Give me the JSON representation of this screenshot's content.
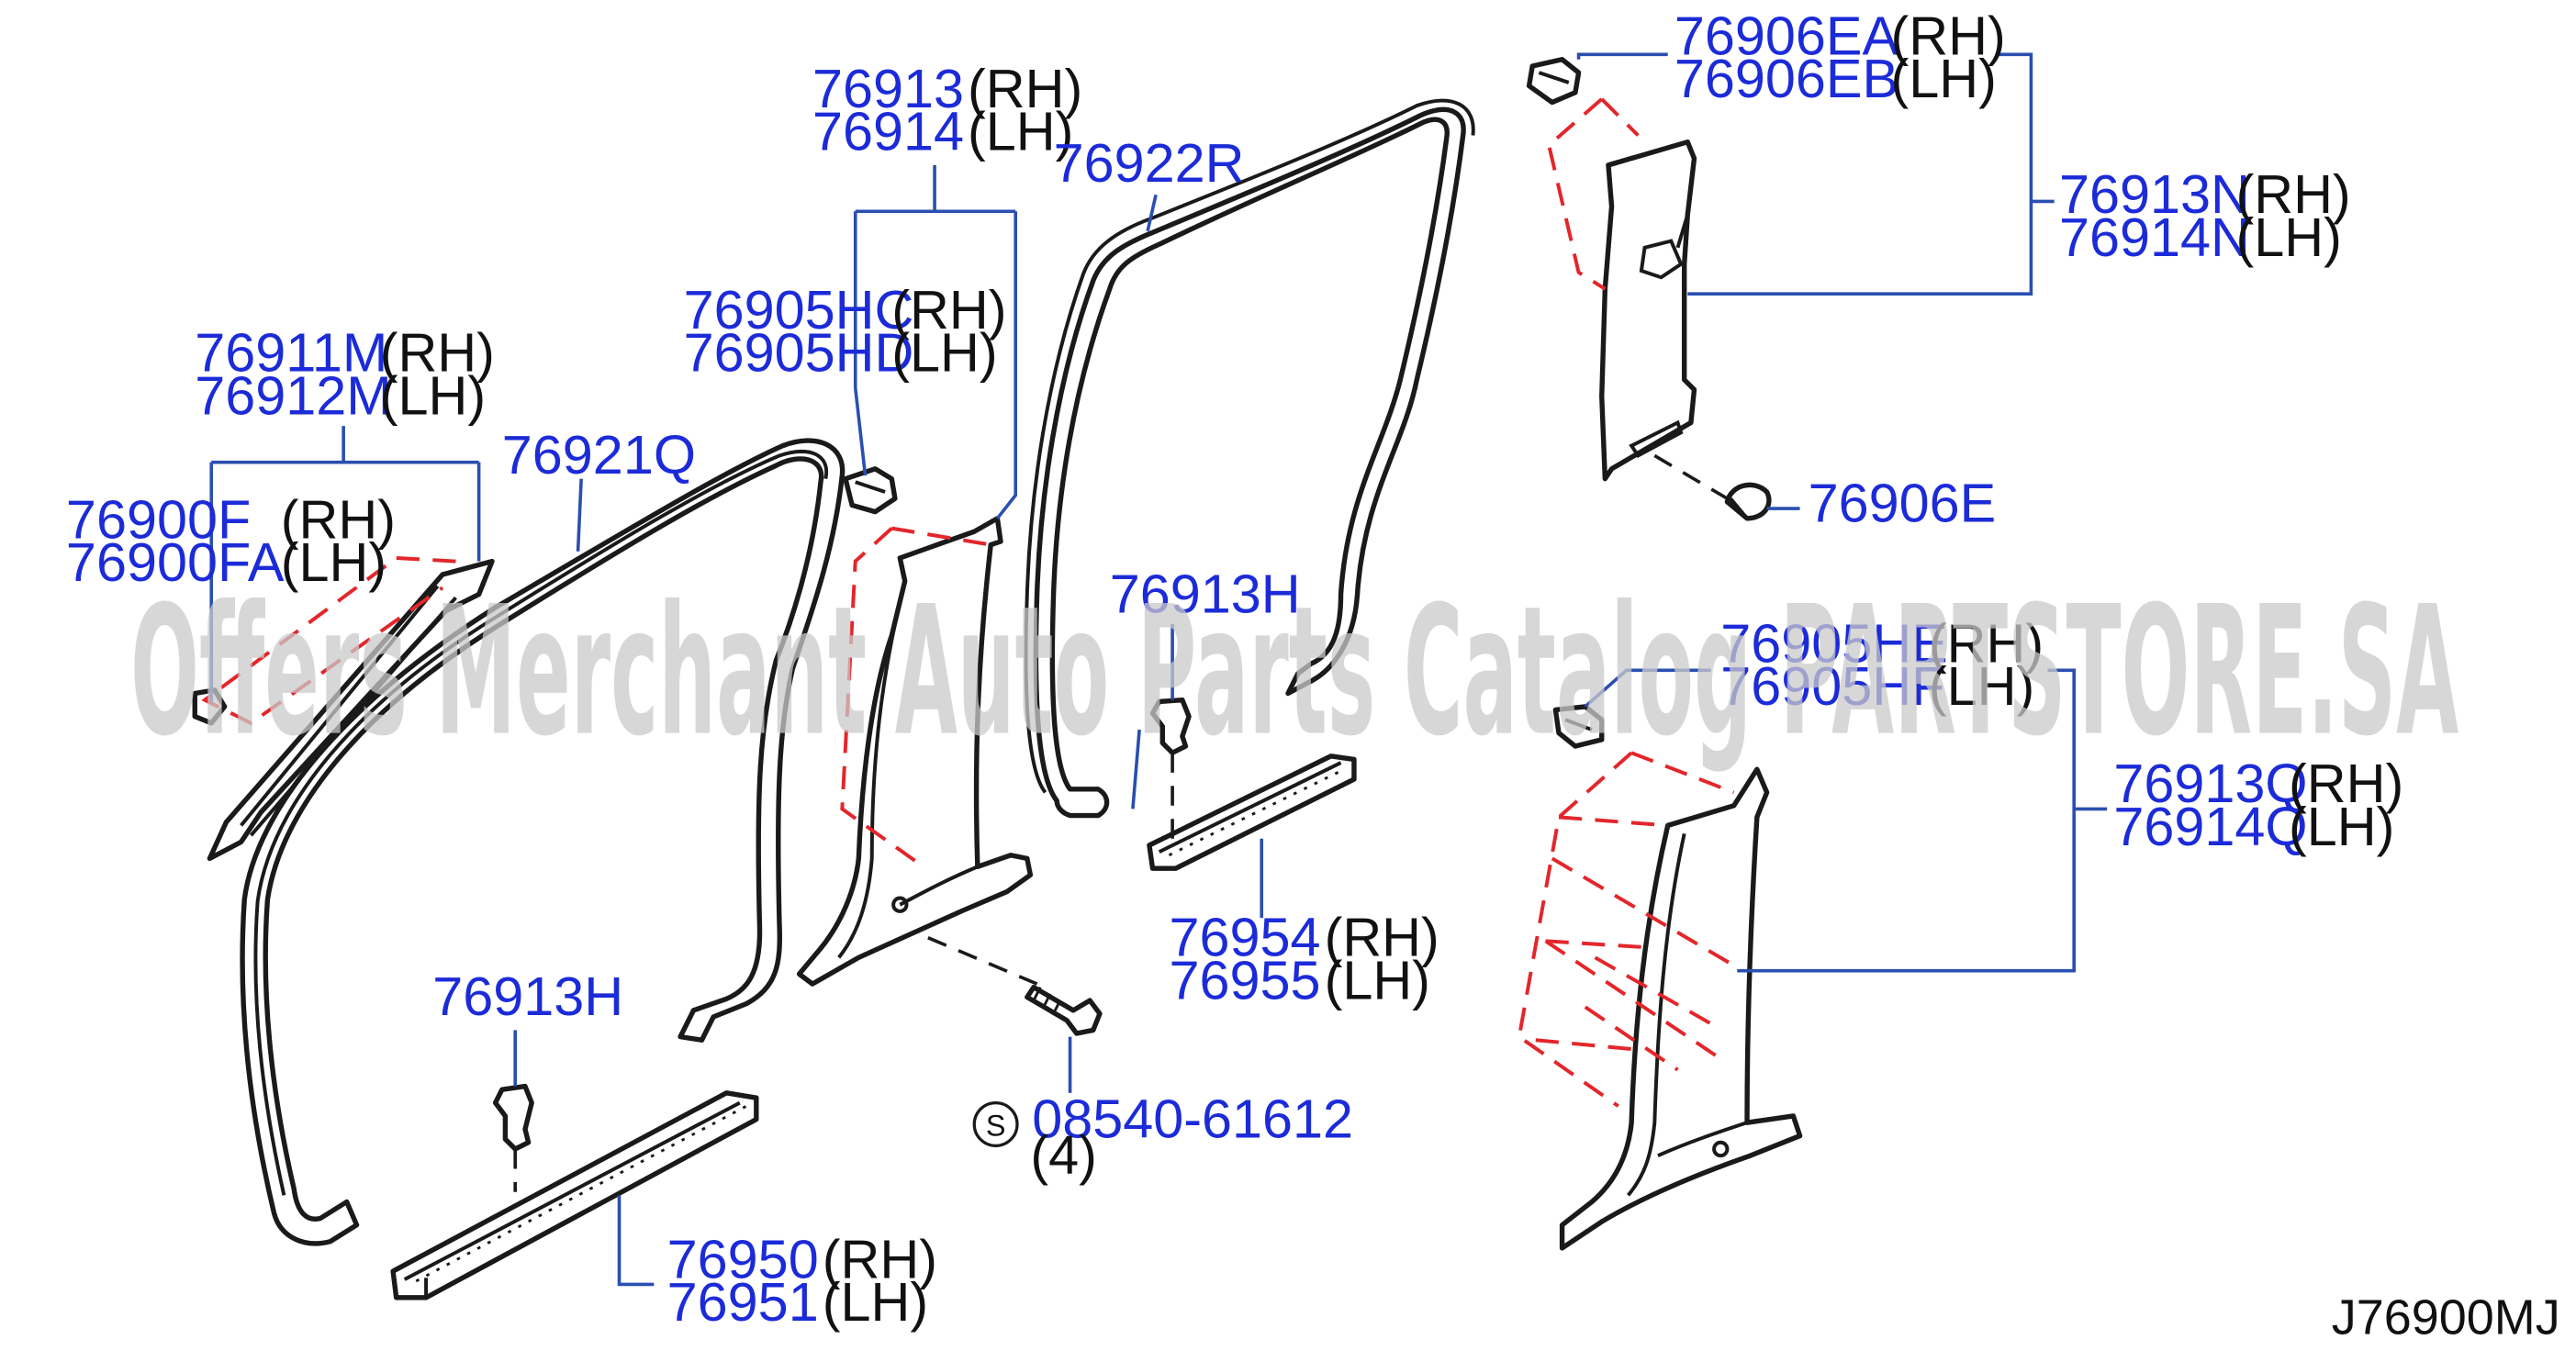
{
  "watermark": "Offers Merchant Auto Parts Catalog PARTSTORE.SA",
  "diagram_code": "J76900MJ",
  "callouts": [
    {
      "id": "76911M",
      "pn": "76911M",
      "side": "(RH)"
    },
    {
      "id": "76912M",
      "pn": "76912M",
      "side": "(LH)"
    },
    {
      "id": "76900F",
      "pn": "76900F",
      "side": "(RH)"
    },
    {
      "id": "76900FA",
      "pn": "76900FA",
      "side": "(LH)"
    },
    {
      "id": "76921Q",
      "pn": "76921Q",
      "side": ""
    },
    {
      "id": "76913",
      "pn": "76913",
      "side": "(RH)"
    },
    {
      "id": "76914",
      "pn": "76914",
      "side": "(LH)"
    },
    {
      "id": "76905HC",
      "pn": "76905HC",
      "side": "(RH)"
    },
    {
      "id": "76905HD",
      "pn": "76905HD",
      "side": "(LH)"
    },
    {
      "id": "76922R",
      "pn": "76922R",
      "side": ""
    },
    {
      "id": "76913H_upper",
      "pn": "76913H",
      "side": ""
    },
    {
      "id": "76954",
      "pn": "76954",
      "side": "(RH)"
    },
    {
      "id": "76955",
      "pn": "76955",
      "side": "(LH)"
    },
    {
      "id": "76913H_lower",
      "pn": "76913H",
      "side": ""
    },
    {
      "id": "08540-61612",
      "pn": "08540-61612",
      "side": "(4)",
      "symbol": "S"
    },
    {
      "id": "76950",
      "pn": "76950",
      "side": "(RH)"
    },
    {
      "id": "76951",
      "pn": "76951",
      "side": "(LH)"
    },
    {
      "id": "76906EA",
      "pn": "76906EA",
      "side": "(RH)"
    },
    {
      "id": "76906EB",
      "pn": "76906EB",
      "side": "(LH)"
    },
    {
      "id": "76913N",
      "pn": "76913N",
      "side": "(RH)"
    },
    {
      "id": "76914N",
      "pn": "76914N",
      "side": "(LH)"
    },
    {
      "id": "76906E",
      "pn": "76906E",
      "side": ""
    },
    {
      "id": "76905HE",
      "pn": "76905HE",
      "side": "(RH)"
    },
    {
      "id": "76905HF",
      "pn": "76905HF",
      "side": "(LH)"
    },
    {
      "id": "76913Q",
      "pn": "76913Q",
      "side": "(RH)"
    },
    {
      "id": "76914Q",
      "pn": "76914Q",
      "side": "(LH)"
    }
  ]
}
